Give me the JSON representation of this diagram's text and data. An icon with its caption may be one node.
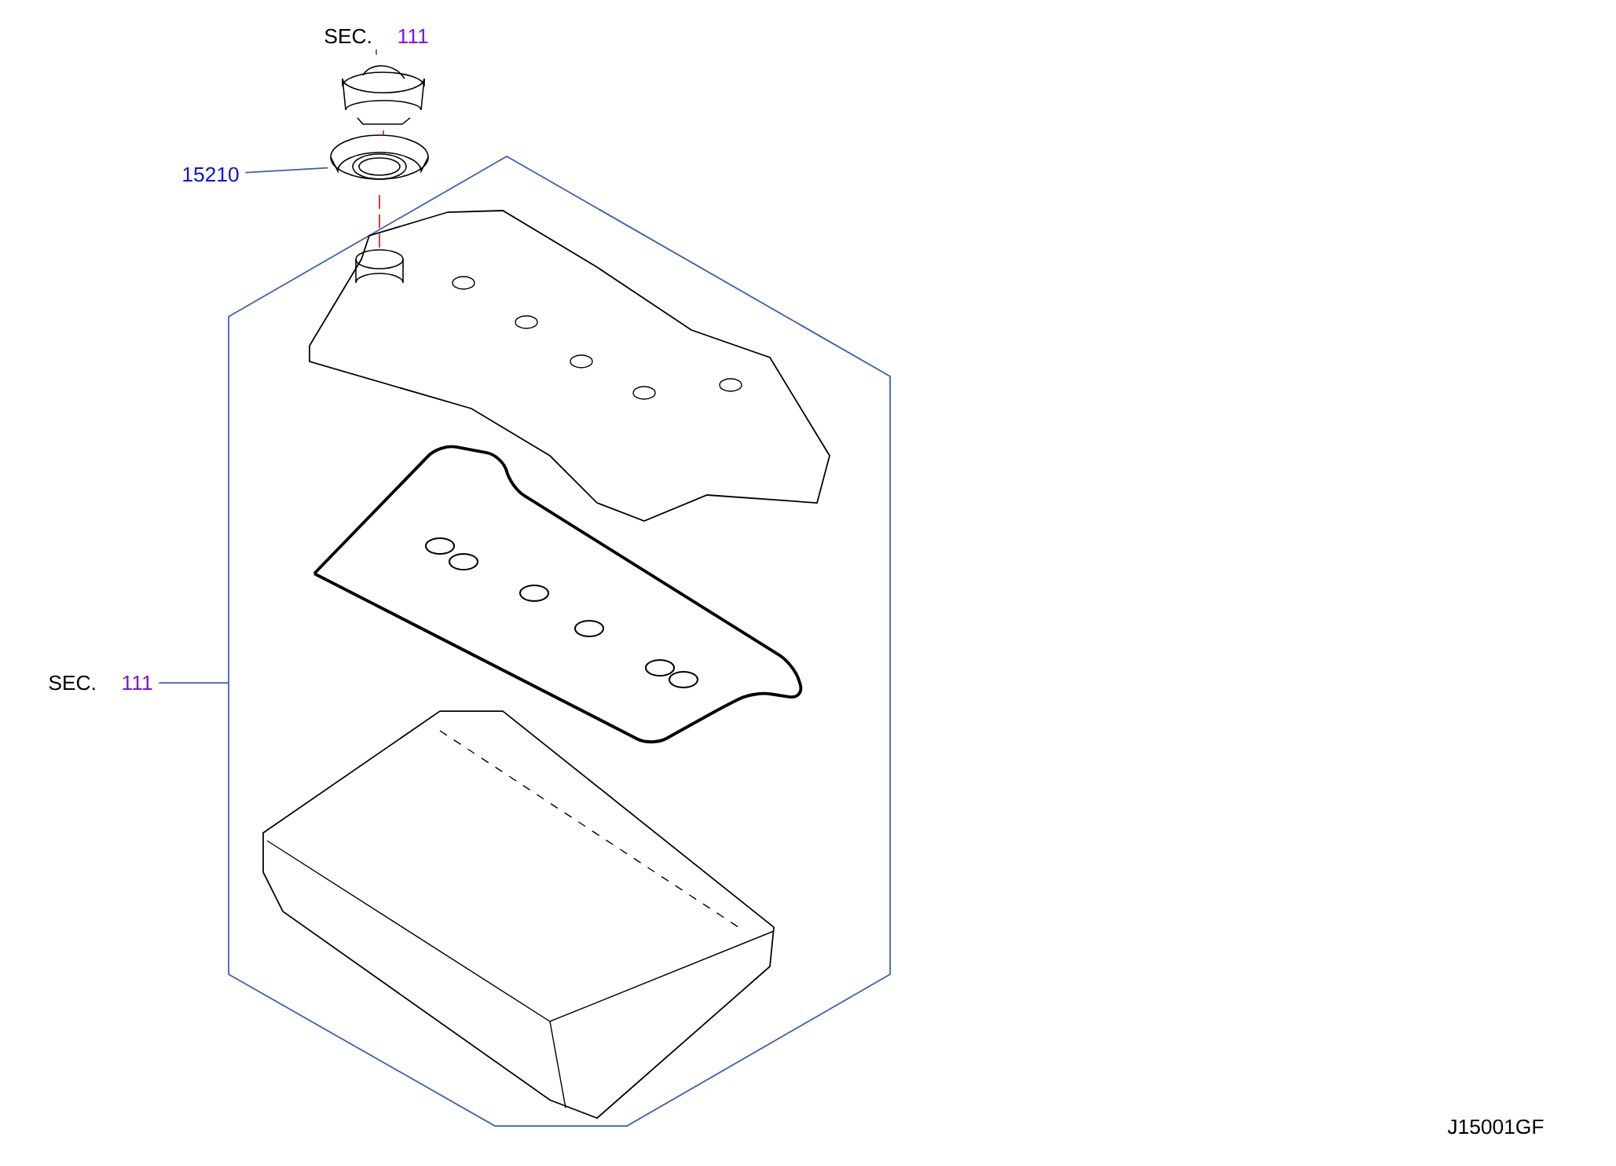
{
  "diagram": {
    "nodes": [
      {
        "text": [
          "SEC.",
          "111"
        ]
      },
      {
        "text": [],
        "shape": "picture"
      },
      {
        "text": [
          "15210"
        ]
      },
      {
        "text": [],
        "shape": "picture"
      },
      {
        "text": [],
        "shape": "hexagon"
      },
      {
        "text": [],
        "shape": "picture",
        "in": 4
      },
      {
        "text": [],
        "shape": "picture",
        "in": 4
      },
      {
        "text": [],
        "shape": "picture",
        "in": 4
      },
      {
        "text": [
          "SEC.",
          "111"
        ]
      }
    ],
    "edges": [
      {
        "from": 0,
        "to": 1,
        "arrow": "none"
      },
      {
        "from": 2,
        "to": 3,
        "arrow": "none"
      },
      {
        "from": 1,
        "to": 3,
        "arrow": "none",
        "style": "dashed",
        "color": "#e02020"
      },
      {
        "from": 3,
        "to": 5,
        "arrow": "none",
        "style": "dashed",
        "color": "#e02020"
      },
      {
        "from": 8,
        "to": 4,
        "arrow": "none"
      }
    ],
    "labels": [
      "J15001GF"
    ]
  }
}
